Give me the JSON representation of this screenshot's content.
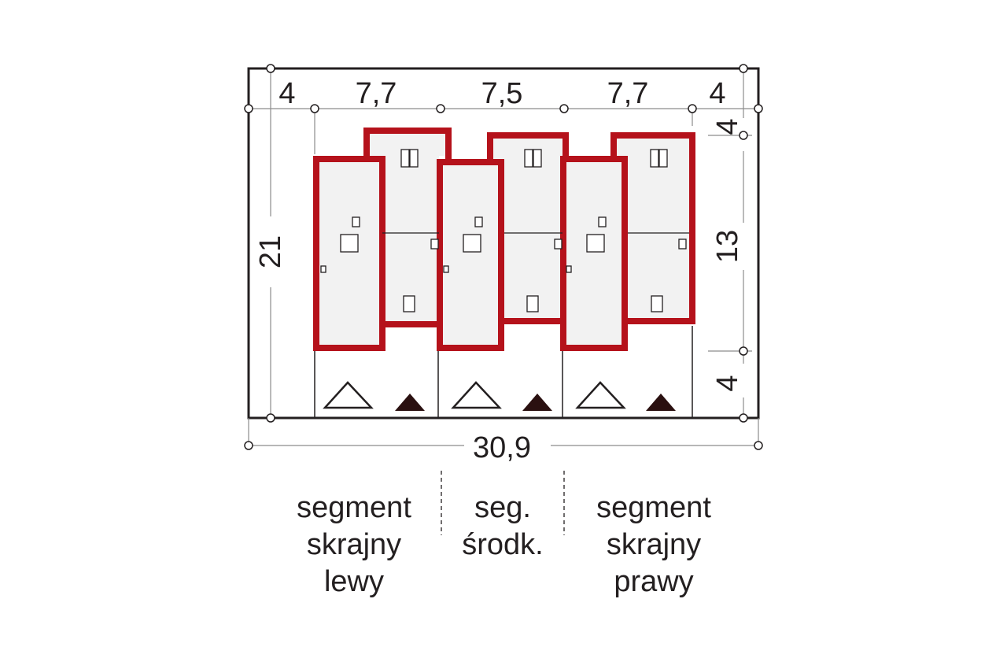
{
  "dimensions": {
    "top": [
      "4",
      "7,7",
      "7,5",
      "7,7",
      "4"
    ],
    "left": "21",
    "right": [
      "4",
      "13",
      "4"
    ],
    "bottom": "30,9"
  },
  "segments": [
    {
      "lines": [
        "segment",
        "skrajny",
        "lewy"
      ]
    },
    {
      "lines": [
        "seg.",
        "środk."
      ]
    },
    {
      "lines": [
        "segment",
        "skrajny",
        "prawy"
      ]
    }
  ],
  "colors": {
    "wall": "#b5121b",
    "wall_shadow": "#5a0a0c",
    "fill": "#f2f2f2",
    "line": "#231f20",
    "dim_line": "#8c8c8c"
  }
}
